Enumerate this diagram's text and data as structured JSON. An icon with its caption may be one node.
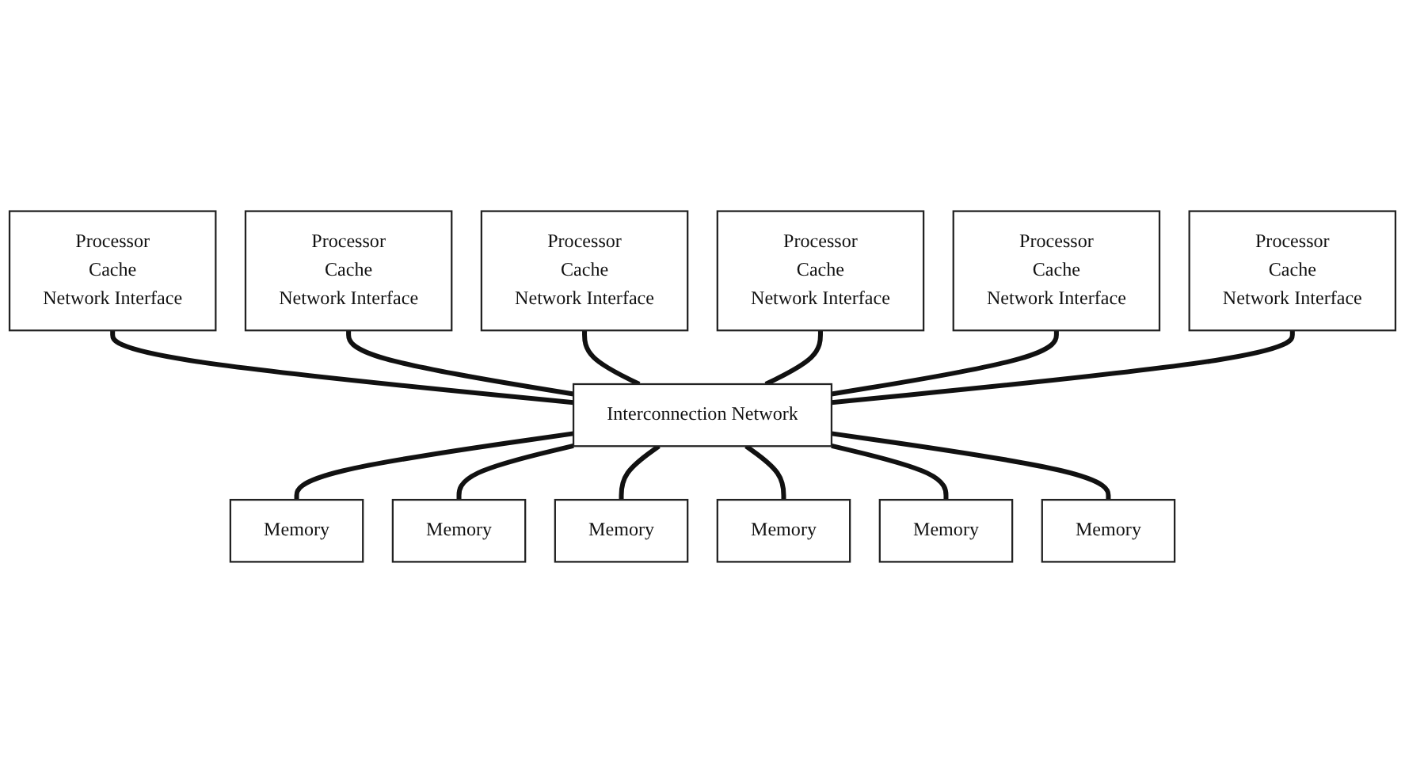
{
  "diagram": {
    "nodes": [
      {
        "text": [
          "Processor",
          "Cache",
          "Network Interface"
        ]
      },
      {
        "text": [
          "Processor",
          "Cache",
          "Network Interface"
        ]
      },
      {
        "text": [
          "Processor",
          "Cache",
          "Network Interface"
        ]
      },
      {
        "text": [
          "Processor",
          "Cache",
          "Network Interface"
        ]
      },
      {
        "text": [
          "Processor",
          "Cache",
          "Network Interface"
        ]
      },
      {
        "text": [
          "Processor",
          "Cache",
          "Network Interface"
        ]
      },
      {
        "text": [
          "Interconnection Network"
        ]
      },
      {
        "text": [
          "Memory"
        ]
      },
      {
        "text": [
          "Memory"
        ]
      },
      {
        "text": [
          "Memory"
        ]
      },
      {
        "text": [
          "Memory"
        ]
      },
      {
        "text": [
          "Memory"
        ]
      },
      {
        "text": [
          "Memory"
        ]
      }
    ],
    "edges": [
      {
        "from": 0,
        "to": 6,
        "arrow": "none"
      },
      {
        "from": 1,
        "to": 6,
        "arrow": "none"
      },
      {
        "from": 2,
        "to": 6,
        "arrow": "none"
      },
      {
        "from": 3,
        "to": 6,
        "arrow": "none"
      },
      {
        "from": 4,
        "to": 6,
        "arrow": "none"
      },
      {
        "from": 5,
        "to": 6,
        "arrow": "none"
      },
      {
        "from": 6,
        "to": 7,
        "arrow": "none"
      },
      {
        "from": 6,
        "to": 8,
        "arrow": "none"
      },
      {
        "from": 6,
        "to": 9,
        "arrow": "none"
      },
      {
        "from": 6,
        "to": 10,
        "arrow": "none"
      },
      {
        "from": 6,
        "to": 11,
        "arrow": "none"
      },
      {
        "from": 6,
        "to": 12,
        "arrow": "none"
      }
    ]
  }
}
